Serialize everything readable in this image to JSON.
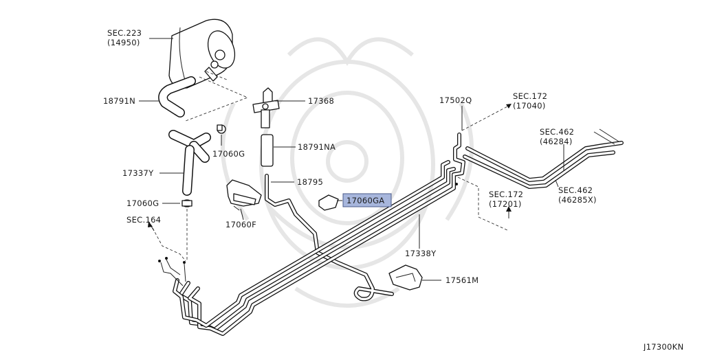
{
  "diagram": {
    "ref_code": "J17300KN",
    "highlight_color": "#a7b6dc",
    "labels": {
      "sec223_a": "SEC.223",
      "sec223_b": "(14950)",
      "p18791N": "18791N",
      "p17060G_top": "17060G",
      "p17337Y": "17337Y",
      "p17060G_left": "17060G",
      "sec164": "SEC.164",
      "p17368": "17368",
      "p18791NA": "18791NA",
      "p18795": "18795",
      "p17060F": "17060F",
      "p17060GA": "17060GA",
      "p17502Q": "17502Q",
      "sec172_top_a": "SEC.172",
      "sec172_top_b": "(17040)",
      "sec462_top_a": "SEC.462",
      "sec462_top_b": "(46284)",
      "sec172_mid_a": "SEC.172",
      "sec172_mid_b": "(17201)",
      "sec462_bot_a": "SEC.462",
      "sec462_bot_b": "(46285X)",
      "p17338Y": "17338Y",
      "p17561M": "17561M"
    }
  }
}
